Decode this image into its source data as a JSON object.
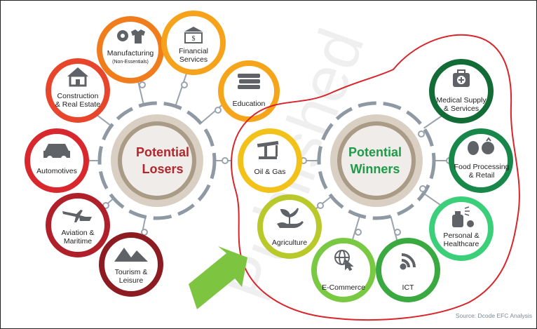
{
  "losers": {
    "hub_line1": "Potential",
    "hub_line2": "Losers",
    "hub_color": "#b3262b",
    "items": [
      {
        "line1": "Manufacturing",
        "line2": "(Non-Essentials)",
        "color": "#f07c1c",
        "icon": "gear-shirt-icon"
      },
      {
        "line1": "Financial",
        "line2": "Services",
        "color": "#f6a21a",
        "icon": "bank-icon"
      },
      {
        "line1": "Education",
        "line2": "",
        "color": "#f6a51b",
        "icon": "books-icon"
      },
      {
        "line1": "Construction",
        "line2": "& Real Estate",
        "color": "#e8462c",
        "icon": "house-icon"
      },
      {
        "line1": "Automotives",
        "line2": "",
        "color": "#d8282e",
        "icon": "car-icon"
      },
      {
        "line1": "Aviation &",
        "line2": "Maritime",
        "color": "#b0202a",
        "icon": "plane-ship-icon"
      },
      {
        "line1": "Tourism &",
        "line2": "Leisure",
        "color": "#8c1c22",
        "icon": "mountains-icon"
      }
    ]
  },
  "winners": {
    "hub_line1": "Potential",
    "hub_line2": "Winners",
    "hub_color": "#1f9a47",
    "items": [
      {
        "line1": "Oil & Gas",
        "line2": "",
        "color": "#f3c21a",
        "icon": "oil-pump-icon"
      },
      {
        "line1": "Agriculture",
        "line2": "",
        "color": "#b9c92a",
        "icon": "plant-hand-icon"
      },
      {
        "line1": "E-Commerce",
        "line2": "",
        "color": "#7ac943",
        "icon": "globe-cursor-icon"
      },
      {
        "line1": "ICT",
        "line2": "",
        "color": "#3aa93f",
        "icon": "wifi-icon"
      },
      {
        "line1": "Personal &",
        "line2": "Healthcare",
        "color": "#3ccf7a",
        "icon": "spray-bottle-icon"
      },
      {
        "line1": "Food Processing",
        "line2": "& Retail",
        "color": "#18874a",
        "icon": "vegetables-icon"
      },
      {
        "line1": "Medical Supply",
        "line2": "& Services",
        "color": "#136b36",
        "icon": "medical-kit-icon"
      }
    ]
  },
  "source": "Source: Dcode EFC Analysis",
  "watermark": "Published",
  "colors": {
    "annotation_outline": "#d9242b",
    "arrow": "#7dc540",
    "hub_ring": "#a99b86",
    "dash": "#8e99a3"
  }
}
